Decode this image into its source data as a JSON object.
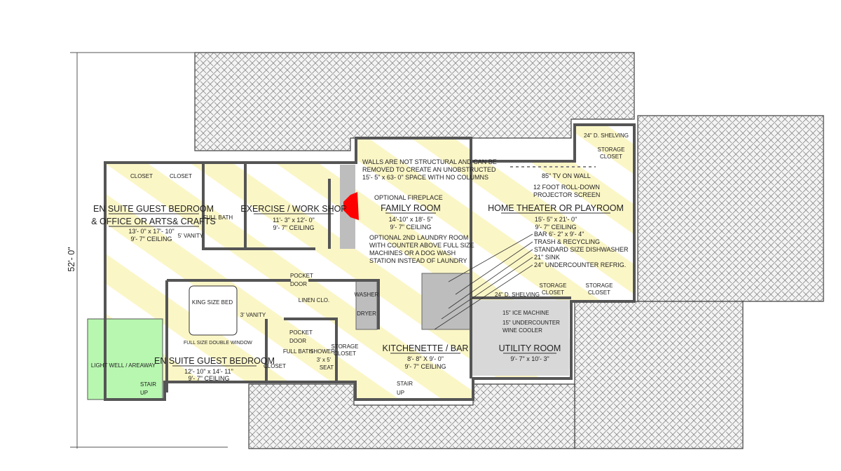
{
  "colors": {
    "stripe": "#fbf6c6",
    "light_well": "#b8f7b0",
    "utility": "#d8d8d8",
    "fireplace": "#ff0000",
    "wall": "#555555",
    "hatch": "#8a8a8a"
  },
  "dimension": {
    "overall_depth": "52'- 0\""
  },
  "rooms": {
    "guest_office": {
      "name1": "EN SUITE GUEST BEDROOM",
      "name2": "& OFFICE OR ARTS& CRAFTS",
      "dims": "13'- 0\" x 17'- 10\"",
      "ceiling": "9'- 7\" CEILING"
    },
    "exercise": {
      "name": "EXERCISE / WORK SHOP",
      "dims": "11'- 3\" x 12'- 0\"",
      "ceiling": "9'- 7\" CEILING"
    },
    "family": {
      "name": "FAMILY ROOM",
      "dims": "14'-10\" x 18'- 5\"",
      "ceiling": "9'- 7\" CEILING"
    },
    "theater": {
      "name": "HOME THEATER OR PLAYROOM",
      "dims": "15'- 5\" x 21'- 0\"",
      "ceiling": "9'- 7\" CEILING"
    },
    "guest_bedroom": {
      "name": "EN SUITE GUEST BEDROOM",
      "dims": "12'- 10\" x 14'- 11\"",
      "ceiling": "9'- 7\" CEILING"
    },
    "kitchenette": {
      "name": "KITCHENETTE / BAR",
      "dims": "8'- 8\" X 9'- 0\"",
      "ceiling": "9'- 7\" CEILING"
    },
    "utility": {
      "name": "UTILITY ROOM",
      "dims": "9'- 7\" x 10'- 3\""
    }
  },
  "notes": {
    "walls": [
      "WALLS ARE NOT STRUCTURAL AND CAN BE",
      "REMOVED TO CREATE AN UNOBSTRUCTED",
      "15'- 5\" x 63- 0\" SPACE WITH NO COLUMNS"
    ],
    "fireplace": "OPTIONAL FIREPLACE",
    "laundry": [
      "OPTIONAL 2ND LAUNDRY ROOM",
      "WITH COUNTER ABOVE FULL SIZE",
      "MACHINES  OR A DOG WASH",
      "STATION INSTEAD OF LAUNDRY"
    ],
    "tv": "85\" TV ON WALL",
    "projector": [
      "12 FOOT ROLL-DOWN",
      "PROJECTOR SCREEN"
    ],
    "bar": [
      "BAR 6'- 2\" x 9'- 4\"",
      "TRASH & RECYCLING",
      "STANDARD SIZE DISHWASHER",
      "21\" SINK",
      "24\" UNDERCOUNTER REFRIG."
    ],
    "ice": "15\" ICE MACHINE",
    "wine": [
      "15\" UNDERCOUNTER",
      "WINE COOLER"
    ]
  },
  "labels": {
    "closet": "CLOSET",
    "full_bath": "FULL BATH",
    "five_vanity": "5' VANITY",
    "three_vanity": "3' VANITY",
    "pocket": "POCKET",
    "door": "DOOR",
    "linen": "LINEN CLO.",
    "washer": "WASHER",
    "dryer": "DRYER",
    "king_bed": "KING SIZE BED",
    "window": "FULL SIZE DOUBLE WINDOW",
    "shower": "SHOWER",
    "shower_size": "3' x 5'",
    "seat": "SEAT",
    "storage": "STORAGE",
    "closet2": "CLOSET",
    "shelving": "24\" D. SHELVING",
    "light_well": "LIGHT WELL / AREAWAY",
    "stair": "STAIR",
    "up": "UP"
  }
}
